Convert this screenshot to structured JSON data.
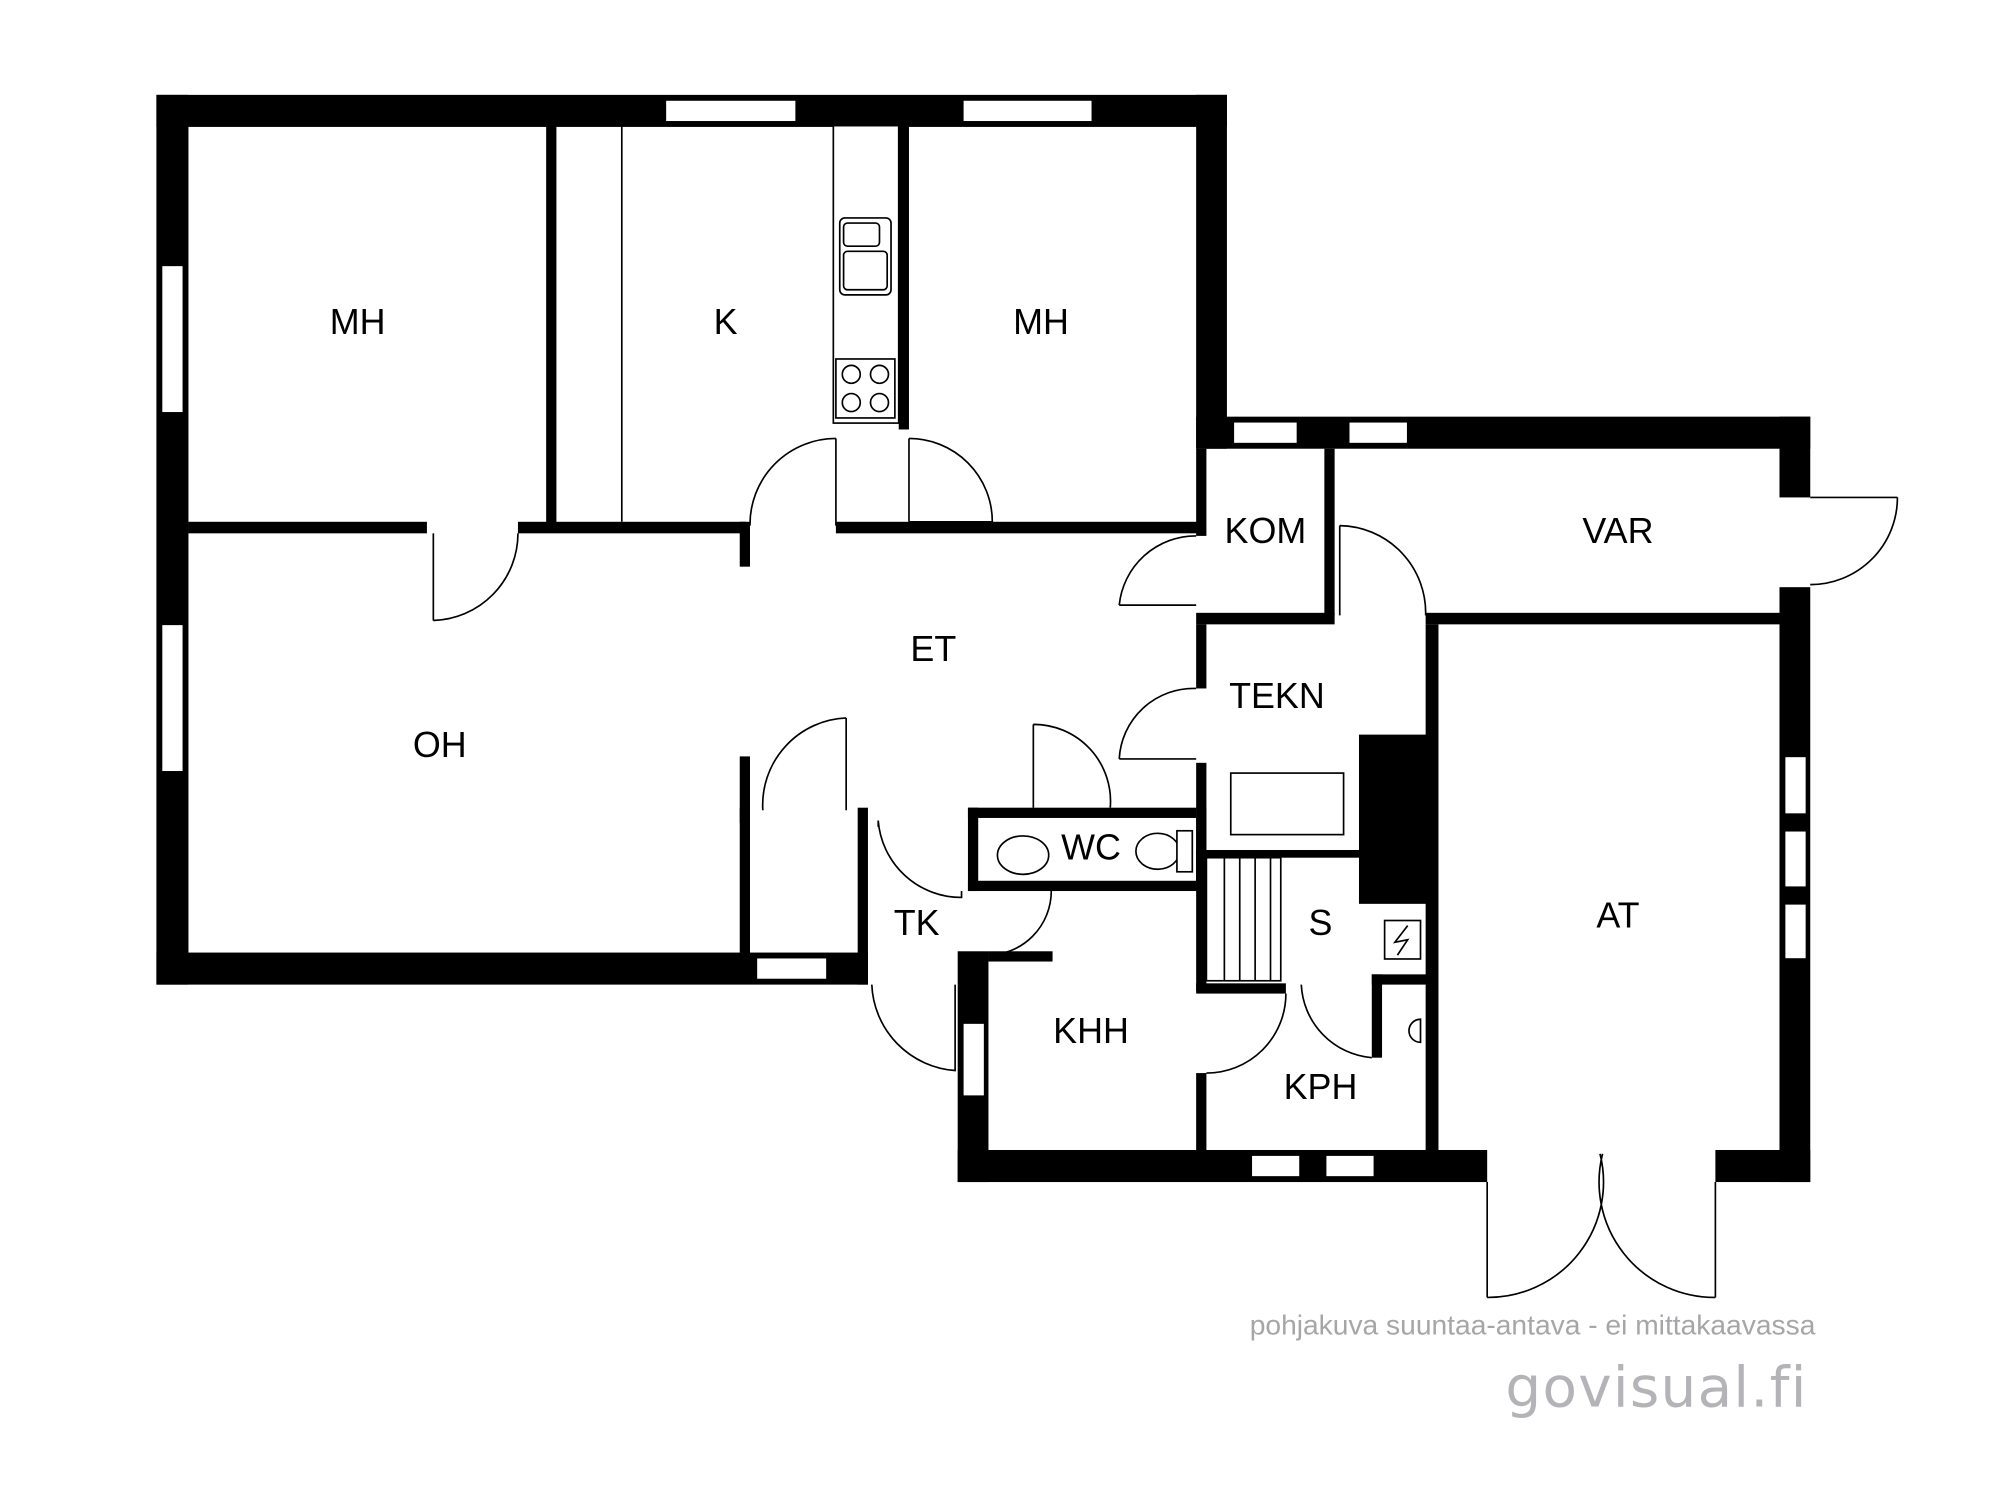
{
  "floorplan": {
    "rooms": {
      "mh1": "MH",
      "k": "K",
      "mh2": "MH",
      "oh": "OH",
      "et": "ET",
      "kom": "KOM",
      "var": "VAR",
      "tekn": "TEKN",
      "wc": "WC",
      "s": "S",
      "tk": "TK",
      "khh": "KHH",
      "kph": "KPH",
      "at": "AT"
    },
    "colors": {
      "wall": "#000000",
      "footer": "#a6a6a8"
    }
  },
  "footer": {
    "disclaimer": "pohjakuva suuntaa-antava - ei mittakaavassa",
    "brand": "govisual.fi"
  }
}
